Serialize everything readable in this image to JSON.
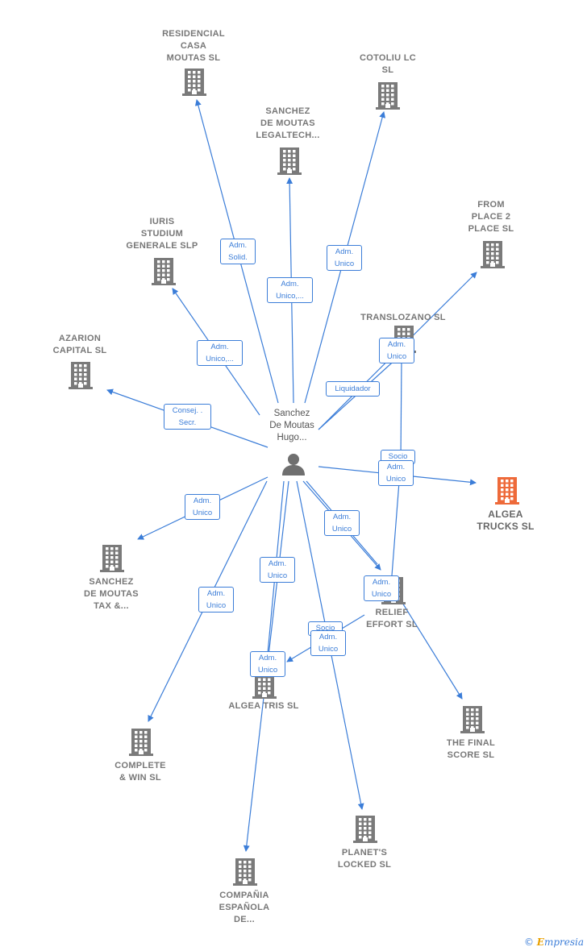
{
  "colors": {
    "edge": "#3b7dd8",
    "node": "#7a7a7a",
    "main_node": "#ee6a3a",
    "person": "#6f6f6f"
  },
  "center": {
    "label": "Sanchez\nDe Moutas\nHugo...",
    "icon": "person-icon"
  },
  "nodes": [
    {
      "id": "residencial",
      "label": "RESIDENCIAL\nCASA\nMOUTAS SL",
      "icon": "building-icon"
    },
    {
      "id": "cotoliu",
      "label": "COTOLIU LC\nSL",
      "icon": "building-icon"
    },
    {
      "id": "legaltech",
      "label": "SANCHEZ\nDE MOUTAS\nLEGALTECH...",
      "icon": "building-icon"
    },
    {
      "id": "iuris",
      "label": "IURIS\nSTUDIUM\nGENERALE SLP",
      "icon": "building-icon"
    },
    {
      "id": "from_place",
      "label": "FROM\nPLACE 2\nPLACE SL",
      "icon": "building-icon"
    },
    {
      "id": "translozano",
      "label": "TRANSLOZANO SL",
      "icon": "building-icon"
    },
    {
      "id": "azarion",
      "label": "AZARION\nCAPITAL SL",
      "icon": "building-icon"
    },
    {
      "id": "algea_trucks",
      "label": "ALGEA\nTRUCKS SL",
      "icon": "building-icon",
      "main": true
    },
    {
      "id": "tax",
      "label": "SANCHEZ\nDE MOUTAS\nTAX &...",
      "icon": "building-icon"
    },
    {
      "id": "relief",
      "label": "RELIEF\nEFFORT SL",
      "icon": "building-icon"
    },
    {
      "id": "algea_tris",
      "label": "ALGEA TRIS SL",
      "icon": "building-icon"
    },
    {
      "id": "complete",
      "label": "COMPLETE\n& WIN SL",
      "icon": "building-icon"
    },
    {
      "id": "final_score",
      "label": "THE FINAL\nSCORE SL",
      "icon": "building-icon"
    },
    {
      "id": "planets",
      "label": "PLANET'S\nLOCKED SL",
      "icon": "building-icon"
    },
    {
      "id": "compania",
      "label": "COMPAÑIA\nESPAÑOLA\nDE...",
      "icon": "building-icon"
    }
  ],
  "edge_labels": [
    {
      "id": "e_residencial",
      "text": "Adm.\nSolid."
    },
    {
      "id": "e_legaltech",
      "text": "Adm.\nUnico,..."
    },
    {
      "id": "e_cotoliu",
      "text": "Adm.\nUnico"
    },
    {
      "id": "e_iuris",
      "text": "Adm.\nUnico,..."
    },
    {
      "id": "e_from_place",
      "text": "Adm.\nUnico"
    },
    {
      "id": "e_translozano",
      "text": "Liquidador"
    },
    {
      "id": "e_azarion",
      "text": "Consej. .\nSecr."
    },
    {
      "id": "e_socio",
      "text": "Socio"
    },
    {
      "id": "e_algea_trucks",
      "text": "Adm.\nUnico"
    },
    {
      "id": "e_tax",
      "text": "Adm.\nUnico"
    },
    {
      "id": "e_relief",
      "text": "Adm.\nUnico"
    },
    {
      "id": "e_complete",
      "text": "Adm.\nUnico"
    },
    {
      "id": "e_algea_tris_a",
      "text": "Adm.\nUnico"
    },
    {
      "id": "e_relief_final",
      "text": "Adm.\nUnico"
    },
    {
      "id": "e_socio2",
      "text": "Socio"
    },
    {
      "id": "e_planets",
      "text": "Adm.\nUnico"
    },
    {
      "id": "e_algea_tris_b",
      "text": "Adm.\nUnico"
    }
  ],
  "watermark": {
    "copyright": "©",
    "brand_initial": "E",
    "brand_rest": "mpresia"
  }
}
